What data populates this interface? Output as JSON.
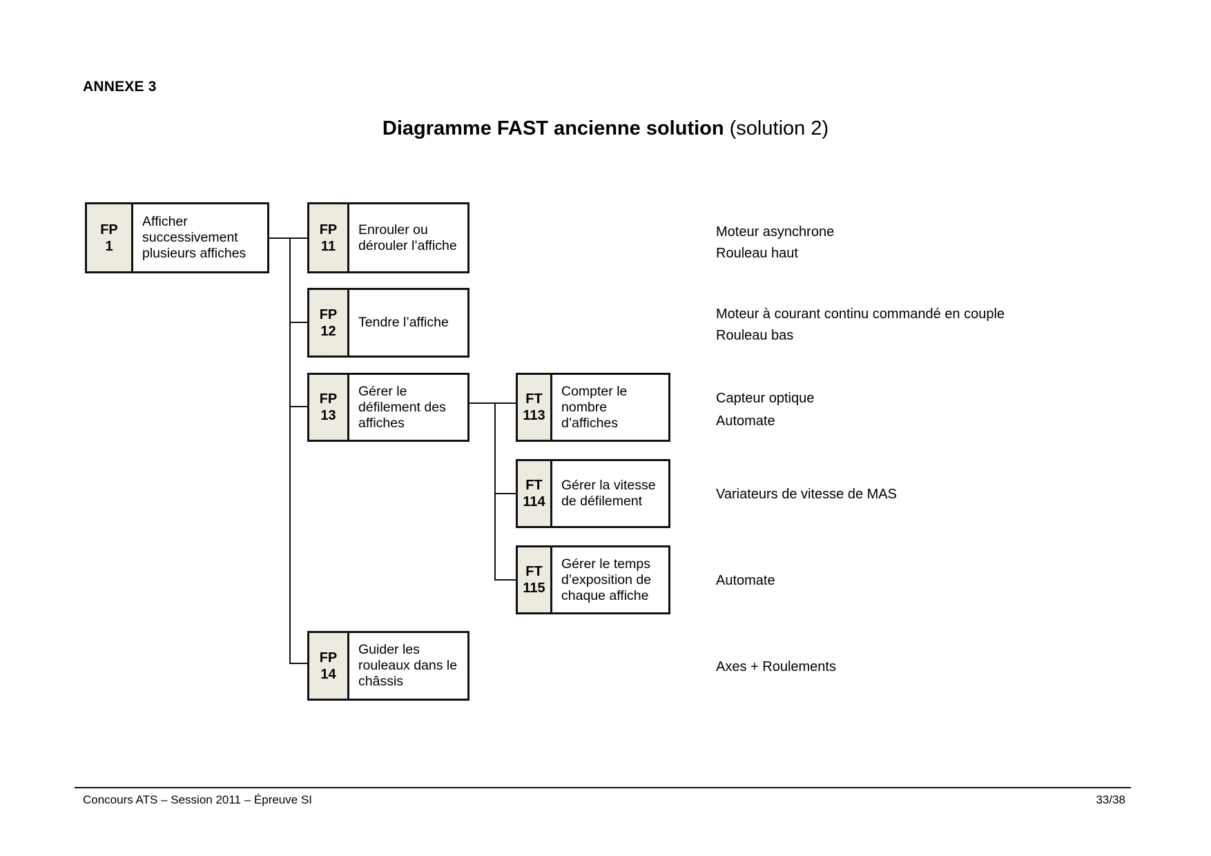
{
  "page": {
    "annexe_label": "ANNEXE 3",
    "title_bold": "Diagramme FAST ancienne solution",
    "title_suffix": " (solution 2)"
  },
  "diagram": {
    "colors": {
      "label_bg": "#edebe0",
      "border": "#111111"
    },
    "boxes": [
      {
        "code": "FP",
        "num": "1",
        "label": "Afficher successivement plusieurs affiches"
      },
      {
        "code": "FP",
        "num": "11",
        "label": "Enrouler ou dérouler l’affiche"
      },
      {
        "code": "FP",
        "num": "12",
        "label": "Tendre l’affiche"
      },
      {
        "code": "FP",
        "num": "13",
        "label": "Gérer le défilement des affiches"
      },
      {
        "code": "FT",
        "num": "113",
        "label": "Compter le nombre d’affiches"
      },
      {
        "code": "FT",
        "num": "114",
        "label": "Gérer la vitesse de défilement"
      },
      {
        "code": "FT",
        "num": "115",
        "label": "Gérer le temps d’exposition de chaque affiche"
      },
      {
        "code": "FP",
        "num": "14",
        "label": "Guider les rouleaux dans le châssis"
      }
    ],
    "annotations": [
      {
        "lines": [
          "Moteur asynchrone",
          "Rouleau haut"
        ]
      },
      {
        "lines": [
          "Moteur à courant continu commandé en couple",
          "Rouleau bas"
        ]
      },
      {
        "lines": [
          "Capteur optique",
          "Automate"
        ]
      },
      {
        "lines": [
          "Variateurs de vitesse de MAS"
        ]
      },
      {
        "lines": [
          "Automate"
        ]
      },
      {
        "lines": [
          "Axes + Roulements"
        ]
      }
    ]
  },
  "footer": {
    "left": "Concours ATS – Session 2011 – Épreuve SI",
    "right": "33/38"
  }
}
